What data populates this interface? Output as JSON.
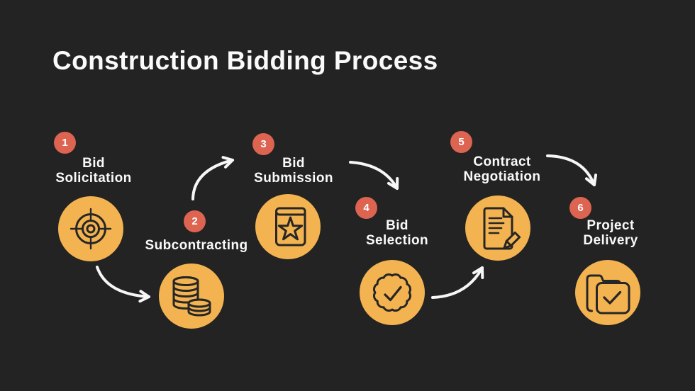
{
  "title": "Construction Bidding Process",
  "colors": {
    "background": "#232323",
    "circle_yellow": "#F3B350",
    "badge_red": "#DC6450",
    "icon_stroke": "#262626",
    "text_white": "#FAFAFA",
    "arrow_white": "#F7F7F7"
  },
  "steps": [
    {
      "number": "1",
      "label": "Bid\nSolicitation",
      "icon": "target-icon"
    },
    {
      "number": "2",
      "label": "Subcontracting",
      "icon": "coins-icon"
    },
    {
      "number": "3",
      "label": "Bid\nSubmission",
      "icon": "book-star-icon"
    },
    {
      "number": "4",
      "label": "Bid\nSelection",
      "icon": "badge-check-icon"
    },
    {
      "number": "5",
      "label": "Contract\nNegotiation",
      "icon": "contract-pencil-icon"
    },
    {
      "number": "6",
      "label": "Project\nDelivery",
      "icon": "folder-check-icon"
    }
  ]
}
